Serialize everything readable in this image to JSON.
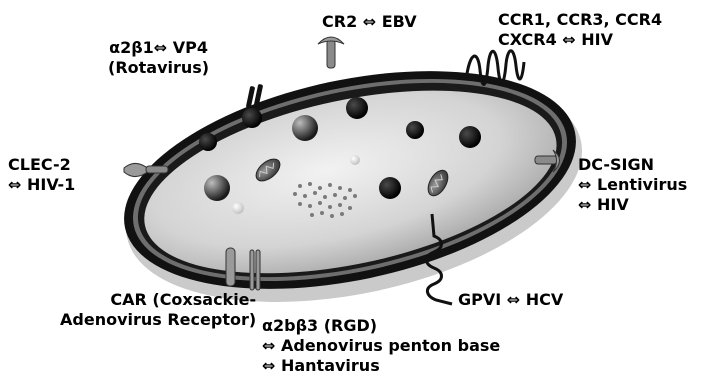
{
  "labels": {
    "a2b1": {
      "line1": "α2β1⇔ VP4",
      "line2": "(Rotavirus)"
    },
    "cr2": {
      "line1": "CR2 ⇔ EBV"
    },
    "ccr": {
      "line1": "CCR1, CCR3, CCR4",
      "line2": "CXCR4 ⇔ HIV"
    },
    "clec2": {
      "line1": "CLEC-2",
      "line2": "⇔ HIV-1"
    },
    "dcsign": {
      "line1": "DC-SIGN",
      "line2": "⇔ Lentivirus",
      "line3": "⇔ HIV"
    },
    "car": {
      "line1": "CAR (Coxsackie-",
      "line2": "Adenovirus Receptor)"
    },
    "gpvi": {
      "line1": "GPVI ⇔ HCV"
    },
    "a2bb3": {
      "line1": "α2bβ3 (RGD)",
      "line2": "⇔ Adenovirus penton base",
      "line3": "⇔ Hantavirus"
    }
  },
  "colors": {
    "membrane_outer": "#111111",
    "cytoplasm": "#d9d9d9",
    "receptor": "#8a8a8a",
    "granule_dark": "#0a0a0a",
    "mitochondrion": "#555555"
  }
}
